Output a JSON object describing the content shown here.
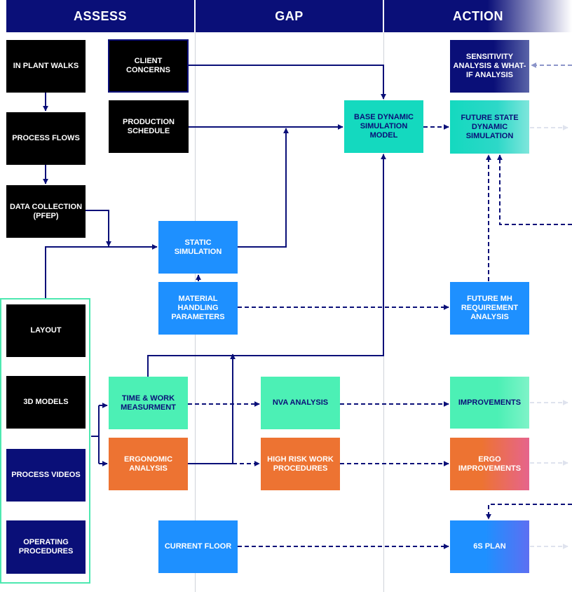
{
  "columns": {
    "assess": "ASSESS",
    "gap": "GAP",
    "action": "ACTION"
  },
  "boxes": {
    "in_plant_walks": "IN PLANT WALKS",
    "process_flows": "PROCESS FLOWS",
    "data_collection": "DATA COLLECTION (PFEP)",
    "client_concerns": "CLIENT CONCERNS",
    "production_schedule": "PRODUCTION SCHEDULE",
    "base_dynamic": "BASE DYNAMIC SIMULATION MODEL",
    "sensitivity": "SENSITIVITY ANALYSIS & WHAT-IF ANALYSIS",
    "future_state": "FUTURE STATE DYNAMIC SIMULATION",
    "static_simulation": "STATIC SIMULATION",
    "mh_parameters": "MATERIAL HANDLING PARAMETERS",
    "future_mh": "FUTURE MH REQUIREMENT ANALYSIS",
    "layout": "LAYOUT",
    "models_3d": "3D MODELS",
    "process_videos": "PROCESS VIDEOS",
    "operating_procedures": "OPERATING PROCEDURES",
    "time_work": "TIME & WORK MEASURMENT",
    "ergonomic": "ERGONOMIC ANALYSIS",
    "nva": "NVA ANALYSIS",
    "high_risk": "HIGH RISK WORK PROCEDURES",
    "improvements": "IMPROVEMENTS",
    "ergo_improvements": "ERGO IMPROVEMENTS",
    "current_floor": "CURRENT FLOOR",
    "plan_6s": "6S PLAN"
  },
  "colors": {
    "navy": "#0a0f78",
    "black": "#000000",
    "blue": "#1e90ff",
    "teal": "#14d9bf",
    "mint": "#4cf0b5",
    "orange": "#ed7332",
    "pink": "#e6648c",
    "group_border": "#4de8b0",
    "divider": "#cfd3da"
  }
}
